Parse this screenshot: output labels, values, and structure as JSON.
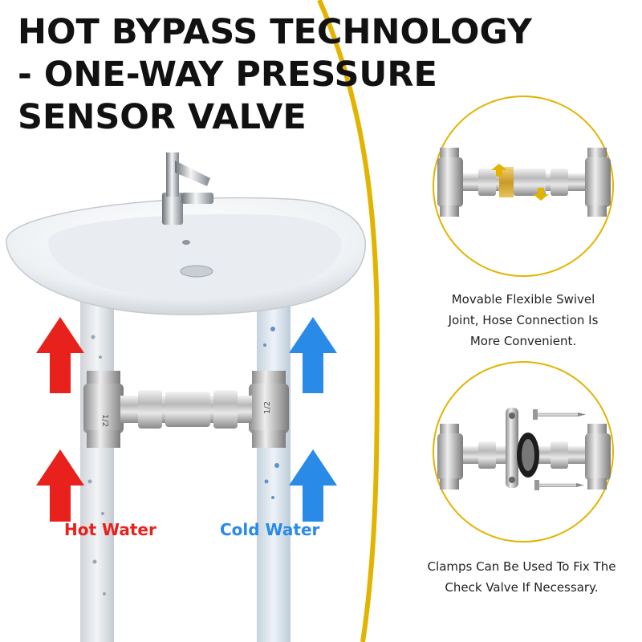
{
  "title": {
    "line1": "HOT BYPASS TECHNOLOGY",
    "line2": "- ONE-WAY PRESSURE",
    "line3": "SENSOR VALVE"
  },
  "labels": {
    "hot_water": "Hot Water",
    "cold_water": "Cold Water"
  },
  "detail_swivel": {
    "line1": "Movable Flexible Swivel",
    "line2": "Joint, Hose Connection Is",
    "line3": "More Convenient."
  },
  "detail_clamp": {
    "line1": "Clamps Can Be Used To Fix The",
    "line2": "Check Valve If Necessary."
  },
  "fitting_marking": "1/2",
  "colors": {
    "hot": "#e8211c",
    "cold": "#2a8ae8",
    "accent_gold": "#e2b400"
  }
}
